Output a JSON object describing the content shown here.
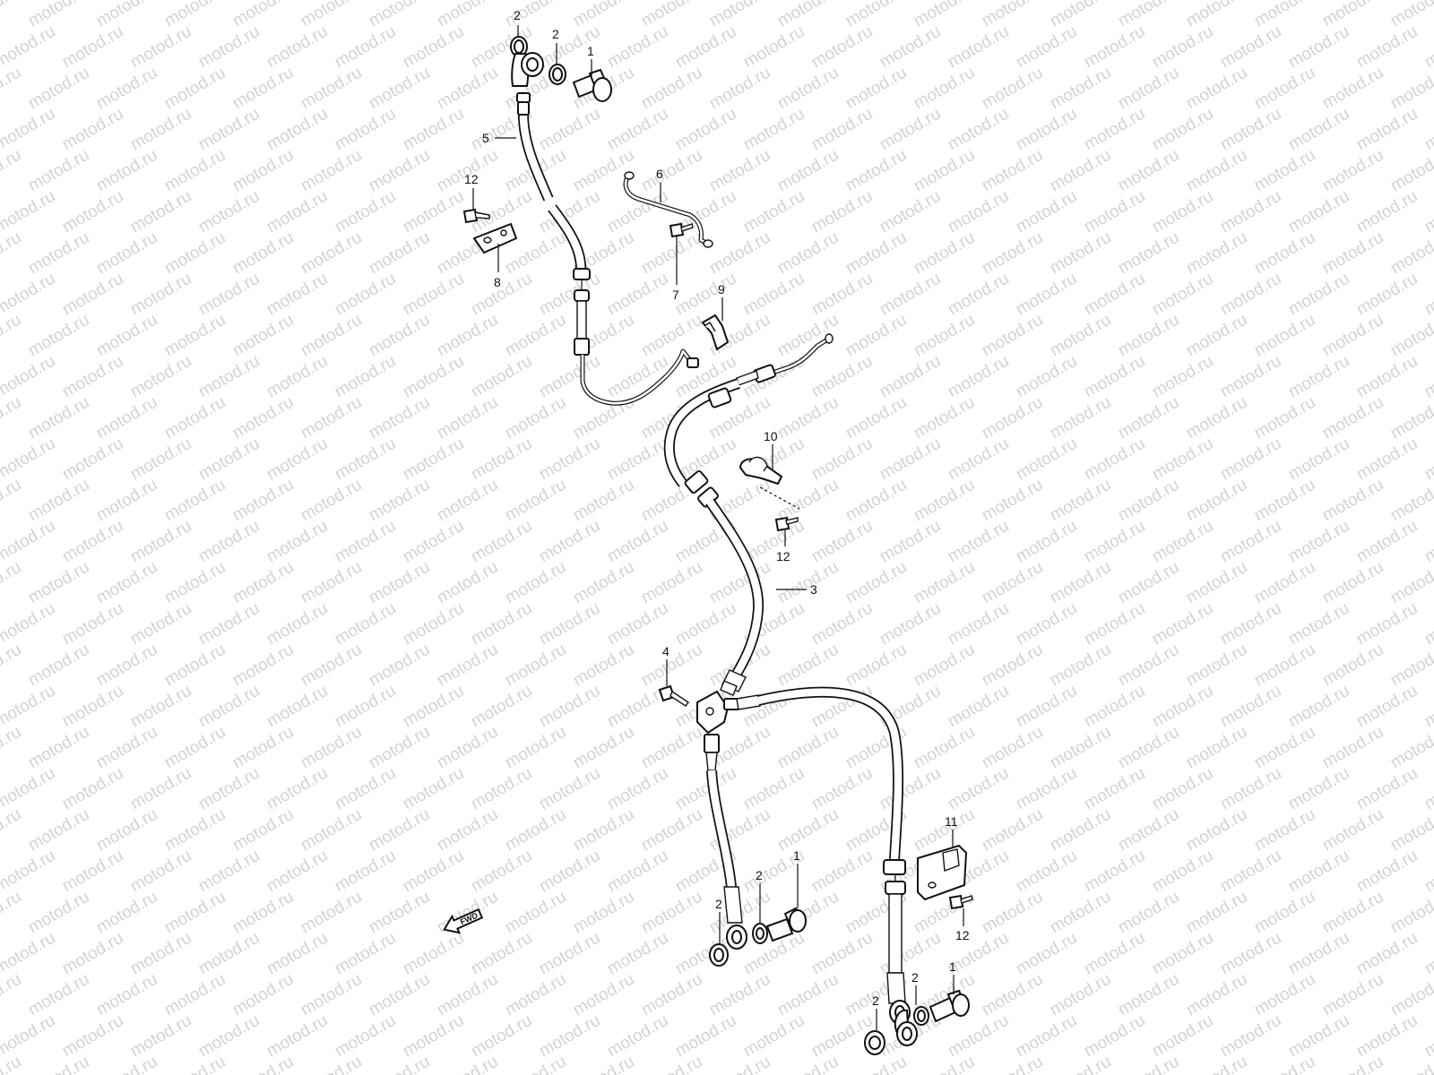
{
  "watermark": "motod.ru",
  "fwd_label": "FWD",
  "callouts": {
    "c1_top": "1",
    "c2_top_a": "2",
    "c2_top_b": "2",
    "c5": "5",
    "c6": "6",
    "c12_top": "12",
    "c8": "8",
    "c7": "7",
    "c9": "9",
    "c10": "10",
    "c12_mid": "12",
    "c3": "3",
    "c4": "4",
    "c11": "11",
    "c12_low": "12",
    "c2_left_a": "2",
    "c2_left_b": "2",
    "c1_left": "1",
    "c2_right_a": "2",
    "c2_right_b": "2",
    "c1_right": "1"
  }
}
